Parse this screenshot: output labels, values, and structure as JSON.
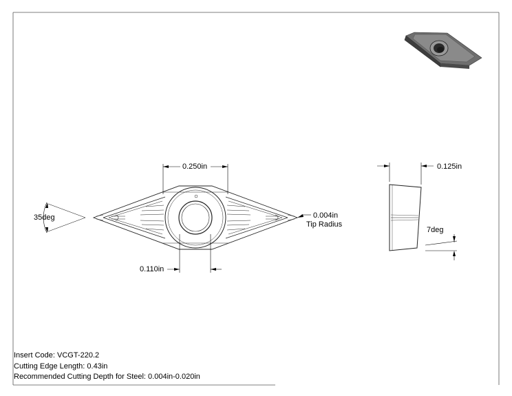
{
  "dimensions": {
    "width_top": "0.250in",
    "hole": "0.110in",
    "angle": "35deg",
    "tip_radius_value": "0.004in",
    "tip_radius_label": "Tip Radius",
    "thickness": "0.125in",
    "clearance_angle": "7deg"
  },
  "info": {
    "insert_code": "Insert Code: VCGT-220.2",
    "cutting_edge_length": "Cutting Edge Length: 0.43in",
    "cutting_depth": "Recommended Cutting Depth for Steel: 0.004in-0.020in"
  }
}
